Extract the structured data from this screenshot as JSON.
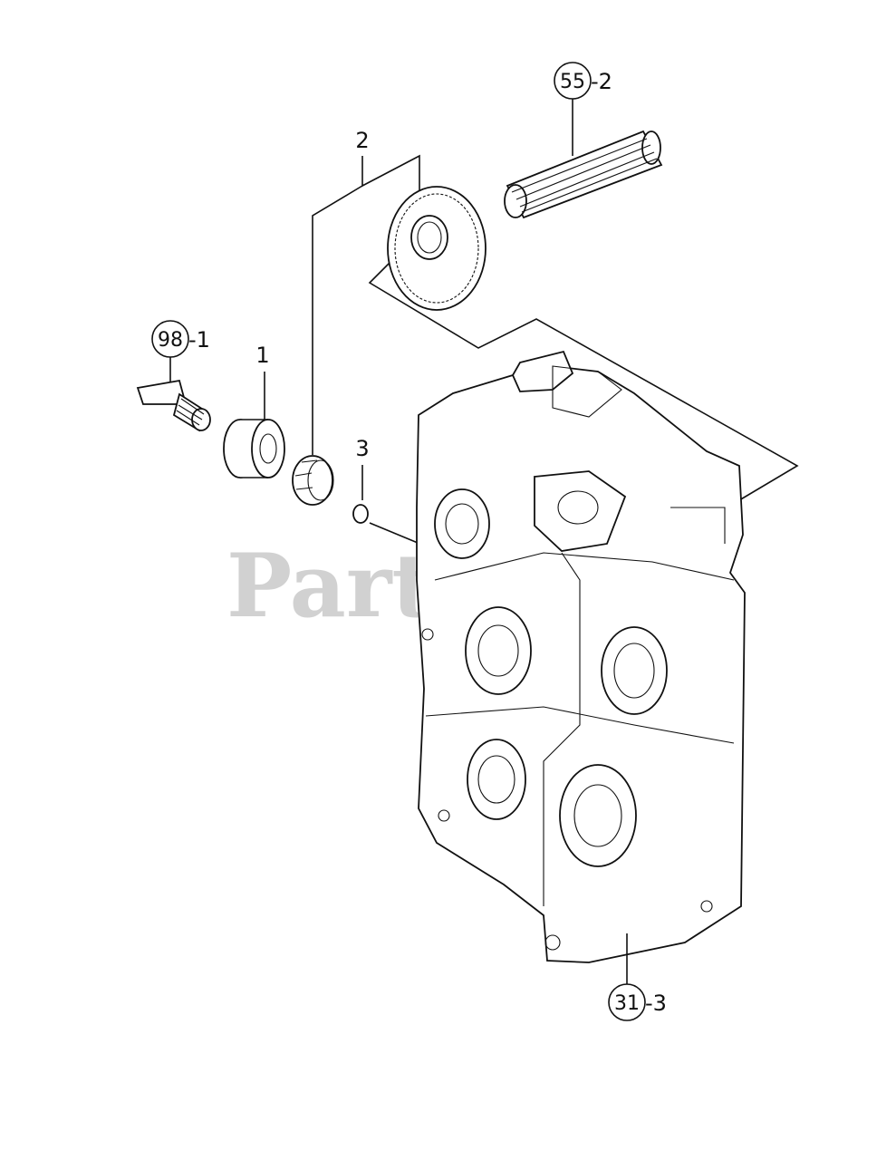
{
  "watermark": "PartsTree",
  "callouts": {
    "c55": {
      "ref": "55",
      "suffix": "-2"
    },
    "c98": {
      "ref": "98",
      "suffix": "-1"
    },
    "c31": {
      "ref": "31",
      "suffix": "-3"
    }
  },
  "labels": {
    "gear": "2",
    "bearing": "1",
    "oring": "3"
  },
  "colors": {
    "line": "#111111",
    "watermark": "#c9c9c9",
    "background": "#ffffff"
  }
}
